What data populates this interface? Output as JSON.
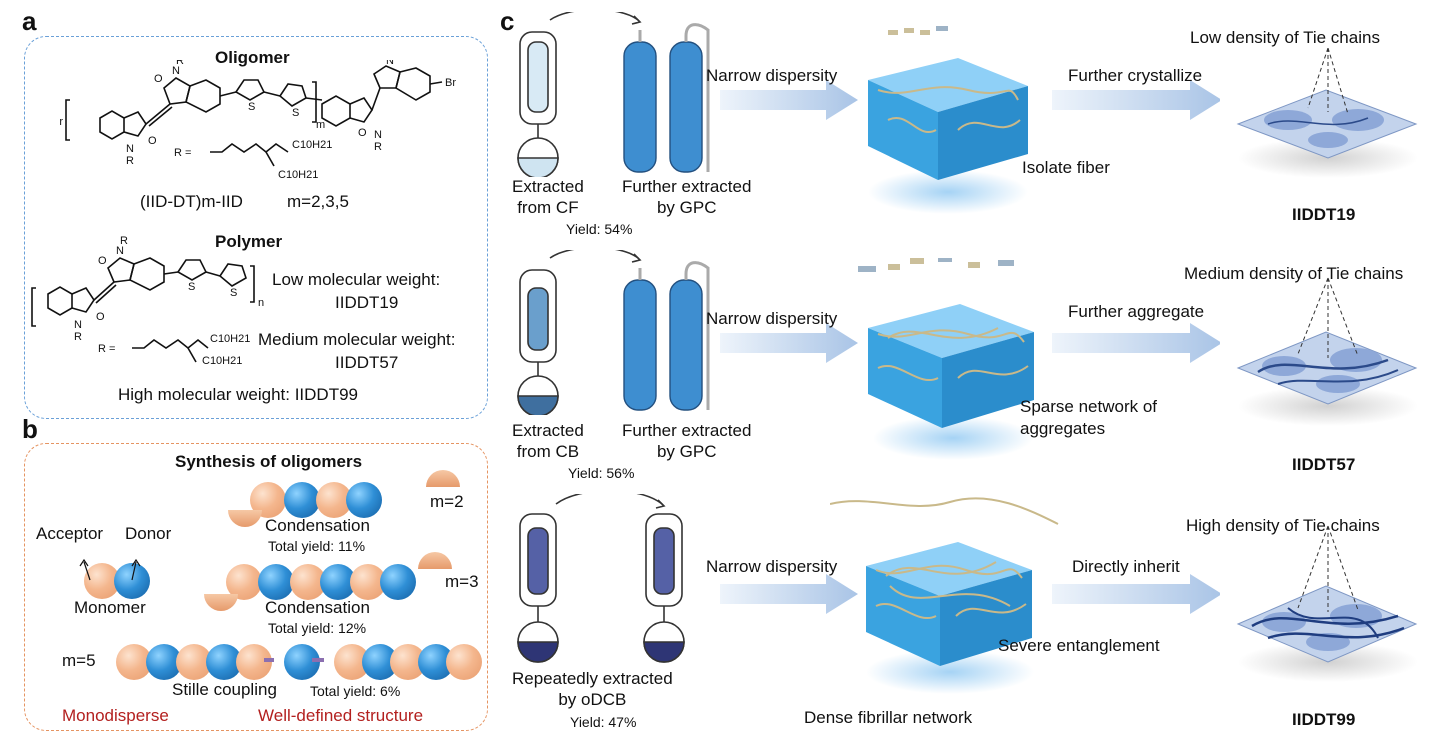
{
  "panels": {
    "a": "a",
    "b": "b",
    "c": "c"
  },
  "a": {
    "oligomer_title": "Oligomer",
    "oligomer_formula": "(IID-DT)m-IID",
    "oligomer_m": "m=2,3,5",
    "oligomer_r": "R =",
    "polymer_title": "Polymer",
    "low_mw": "Low molecular weight:",
    "low_code": "IIDDT19",
    "medium_mw": "Medium molecular weight:",
    "medium_code": "IIDDT57",
    "high_mw": "High molecular weight:  IIDDT99",
    "br": "Br",
    "chain_c10": "C10H21",
    "atoms": {
      "n": "N",
      "o": "O",
      "s": "S",
      "r": "R",
      "m": "m",
      "nn": "n"
    }
  },
  "b": {
    "title": "Synthesis of oligomers",
    "acceptor": "Acceptor",
    "donor": "Donor",
    "monomer": "Monomer",
    "m2": "m=2",
    "m3": "m=3",
    "m5": "m=5",
    "condensation1": "Condensation",
    "yield1": "Total yield: 11%",
    "condensation2": "Condensation",
    "yield2": "Total yield: 12%",
    "stille": "Stille coupling",
    "yield3": "Total yield: 6%",
    "monodisperse": "Monodisperse",
    "well_defined": "Well-defined structure"
  },
  "c": {
    "rows": [
      {
        "extract1": "Extracted\nfrom CF",
        "extract2": "Further extracted\nby GPC",
        "yield": "Yield: 54%",
        "arrow1": "Narrow dispersity",
        "note": "Isolate fiber",
        "arrow2": "Further crystallize",
        "tie": "Low density of Tie chains",
        "code": "IIDDT19",
        "liquid": "#cfe4f1"
      },
      {
        "extract1": "Extracted\nfrom CB",
        "extract2": "Further extracted\nby GPC",
        "yield": "Yield: 56%",
        "arrow1": "Narrow dispersity",
        "note": "Sparse network of\naggregates",
        "arrow2": "Further aggregate",
        "tie": "Medium density of Tie chains",
        "code": "IIDDT57",
        "liquid": "#6a9fcc"
      },
      {
        "extract1": "Repeatedly extracted\nby oDCB",
        "yield": "Yield: 47%",
        "arrow1": "Narrow dispersity",
        "note": "Severe entanglement",
        "note2": "Dense fibrillar network",
        "arrow2": "Directly inherit",
        "tie": "High density of Tie chains",
        "code": "IIDDT99",
        "liquid": "#5561a6"
      }
    ]
  },
  "colors": {
    "blue_box": "#6aa0d8",
    "orange_box": "#e59462",
    "red_text": "#b3201f",
    "cube": "#3aa3e0"
  }
}
